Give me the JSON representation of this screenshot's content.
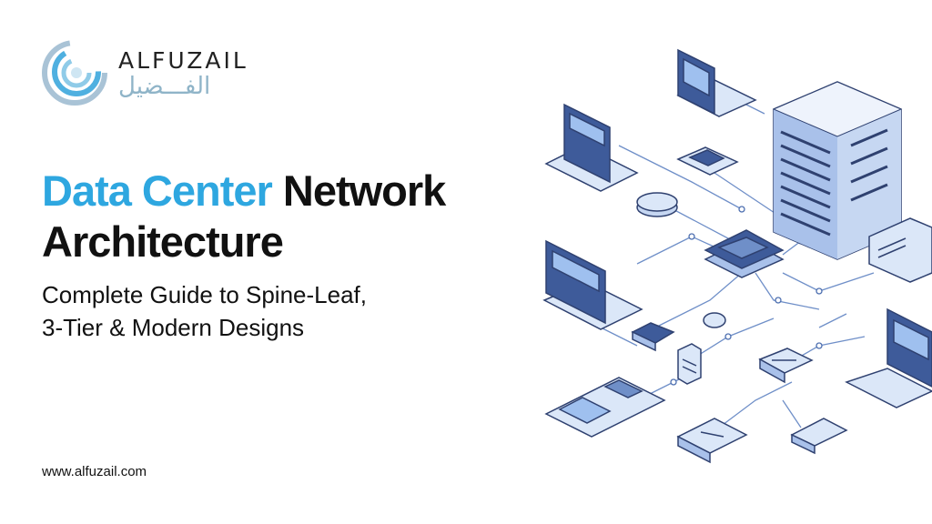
{
  "logo": {
    "brand_en": "ALFUZAIL",
    "brand_ar": "الفـــضيل"
  },
  "title": {
    "accent": "Data Center",
    "line1_rest": "Network",
    "line2": "Architecture"
  },
  "subtitle": {
    "line1": "Complete Guide to Spine-Leaf,",
    "line2": "3-Tier & Modern Designs"
  },
  "footer": {
    "url": "www.alfuzail.com"
  },
  "colors": {
    "accent": "#2ea7e0",
    "text": "#111111",
    "device_light": "#dbe7f8",
    "device_mid": "#7d9fd6",
    "device_dark": "#2f4170"
  }
}
